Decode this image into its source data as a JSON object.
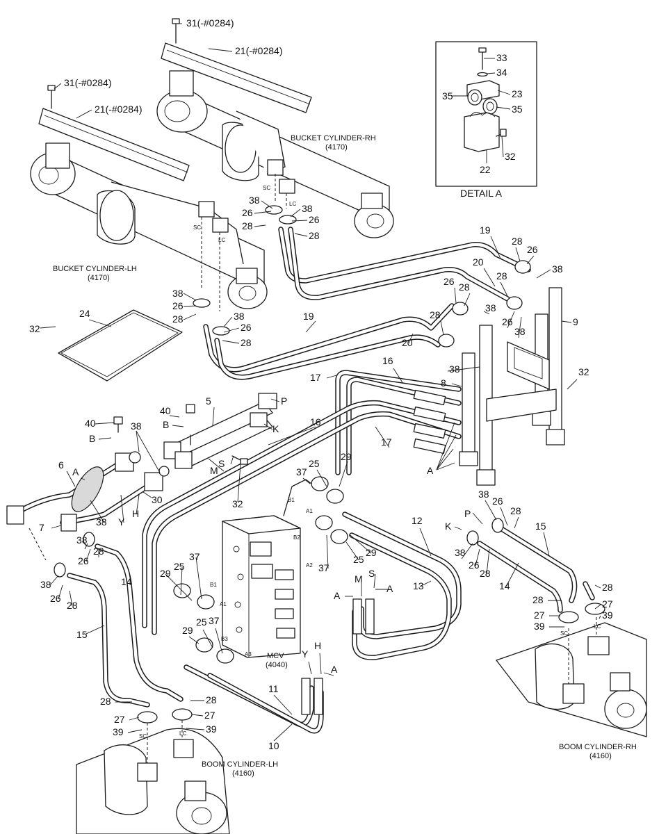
{
  "detail": {
    "title": "DETAIL A"
  },
  "captions": {
    "bucket_rh": {
      "line1": "BUCKET CYLINDER-RH",
      "line2": "(4170)"
    },
    "bucket_lh": {
      "line1": "BUCKET CYLINDER-LH",
      "line2": "(4170)"
    },
    "mcv": {
      "line1": "MCV",
      "line2": "(4040)"
    },
    "boom_lh": {
      "line1": "BOOM CYLINDER-LH",
      "line2": "(4160)"
    },
    "boom_rh": {
      "line1": "BOOM CYLINDER-RH",
      "line2": "(4160)"
    }
  },
  "port_marks": [
    "SC",
    "LC",
    "SC",
    "LC",
    "SC",
    "LC",
    "SC",
    "LC",
    "B1",
    "A1",
    "B2",
    "A2",
    "B1",
    "A1",
    "B3",
    "A3"
  ],
  "callouts": [
    "31(-#0284)",
    "21(-#0284)",
    "31(-#0284)",
    "21(-#0284)",
    "33",
    "34",
    "35",
    "23",
    "35",
    "22",
    "32",
    "38",
    "38",
    "26",
    "26",
    "28",
    "28",
    "19",
    "28",
    "26",
    "20",
    "38",
    "28",
    "26",
    "28",
    "38",
    "28",
    "26",
    "38",
    "38",
    "9",
    "38",
    "26",
    "28",
    "38",
    "26",
    "28",
    "24",
    "32",
    "19",
    "20",
    "17",
    "16",
    "8",
    "32",
    "40",
    "5",
    "P",
    "B",
    "K",
    "40",
    "B",
    "38",
    "S",
    "M",
    "16",
    "17",
    "A",
    "32",
    "6",
    "A",
    "7",
    "38",
    "Y",
    "H",
    "30",
    "37",
    "25",
    "29",
    "38",
    "26",
    "28",
    "12",
    "37",
    "25",
    "29",
    "38",
    "26",
    "28",
    "14",
    "15",
    "25",
    "37",
    "29",
    "P",
    "38",
    "26",
    "28",
    "K",
    "15",
    "13",
    "M",
    "S",
    "A",
    "A",
    "38",
    "26",
    "28",
    "14",
    "28",
    "27",
    "39",
    "28",
    "27",
    "39",
    "29",
    "25",
    "37",
    "Y",
    "H",
    "A",
    "28",
    "28",
    "27",
    "27",
    "39",
    "39",
    "11",
    "10"
  ]
}
